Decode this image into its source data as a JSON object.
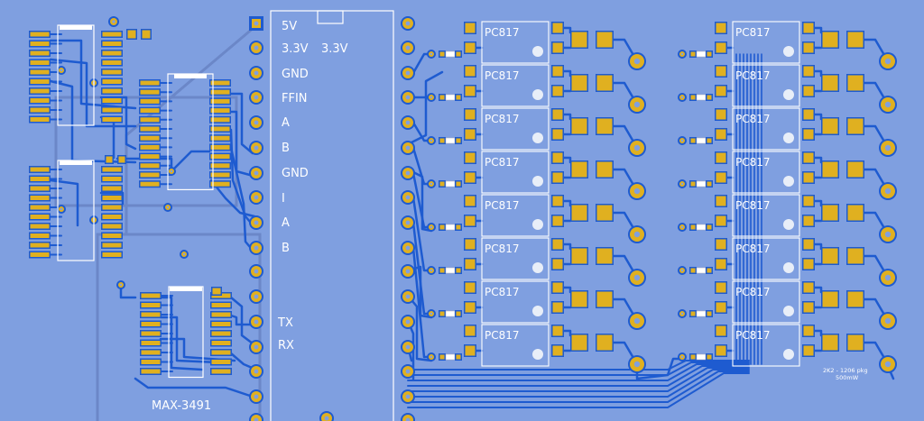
{
  "header_labels": [
    "5V",
    "3.3V",
    "3.3V",
    "GND",
    "FFIN",
    "A",
    "B",
    "GND",
    "I",
    "A",
    "B",
    "TX",
    "RX"
  ],
  "chip_label": "MAX-3491",
  "optocoupler_label": "PC817",
  "optocoupler_columns": 2,
  "optocouplers_per_column": 8,
  "note_lines": [
    "2K2 - 1206 pkg",
    "500mW"
  ],
  "colors": {
    "board": "#7f9fe0",
    "copper_trace": "#1e5bd0",
    "pad": "#e0b020",
    "silkscreen": "#ffffff",
    "via_ring": "#1e5bd0"
  }
}
